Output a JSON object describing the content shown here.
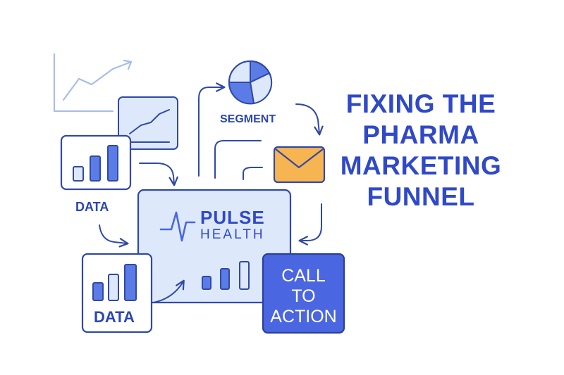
{
  "colors": {
    "primary": "#2f49c7",
    "outline": "#3049a6",
    "light_fill": "#dde8fb",
    "accent": "#5b7ce6",
    "envelope": "#f6b550",
    "cta_fill": "#4a66e0"
  },
  "icons": [
    "line-chart-icon",
    "bar-chart-icon",
    "pie-chart-icon",
    "envelope-icon",
    "pulse-logo-icon"
  ],
  "title": {
    "lines": [
      "FIXING THE",
      "PHARMA",
      "MARKETING",
      "FUNNEL"
    ]
  },
  "diagram": {
    "data_top": "DATA",
    "data_bottom": "DATA",
    "segment": "SEGMENT",
    "brand": {
      "line1": "PULSE",
      "line2": "HEALTH"
    },
    "cta": {
      "lines": [
        "CALL",
        "TO",
        "ACTION"
      ]
    }
  }
}
